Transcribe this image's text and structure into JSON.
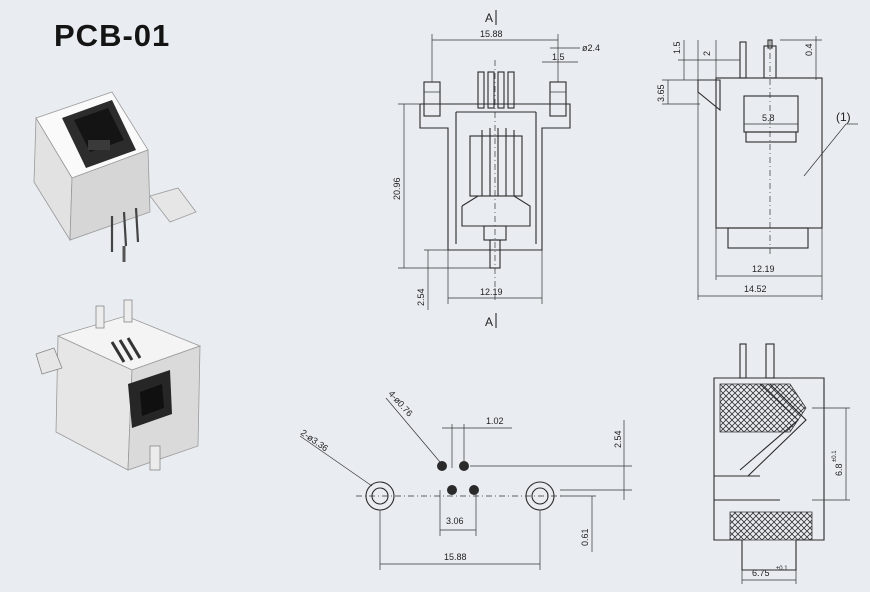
{
  "title": "PCB-01",
  "section_labels": {
    "top": "A",
    "bottom": "A"
  },
  "front_view": {
    "overall_width": "15.88",
    "pin_diameter": "ø2.4",
    "pin_offset": "1.5",
    "height": "20.96",
    "bottom_offset": "2.54",
    "body_width": "12.19"
  },
  "side_view": {
    "dim_1_5": "1.5",
    "dim_2": "2",
    "dim_0_4": "0.4",
    "dim_3_65": "3.65",
    "inner_width": "5.8",
    "callout": "(1)",
    "body_width": "12.19",
    "overall_width": "14.52"
  },
  "footprint": {
    "large_holes": "2-ø3.36",
    "small_holes": "4-ø0.76",
    "pitch_1_02": "1.02",
    "row_spacing": "2.54",
    "pin_span": "3.06",
    "hole_spacing": "15.88",
    "offset": "0.61"
  },
  "section_view": {
    "height": "6.8",
    "height_tol": "±0.1",
    "width": "6.75",
    "width_tol": "±0.1"
  },
  "colors": {
    "background": "#e9edf1",
    "line": "#2a2a2a",
    "photo_body": "#f2f2f2"
  }
}
